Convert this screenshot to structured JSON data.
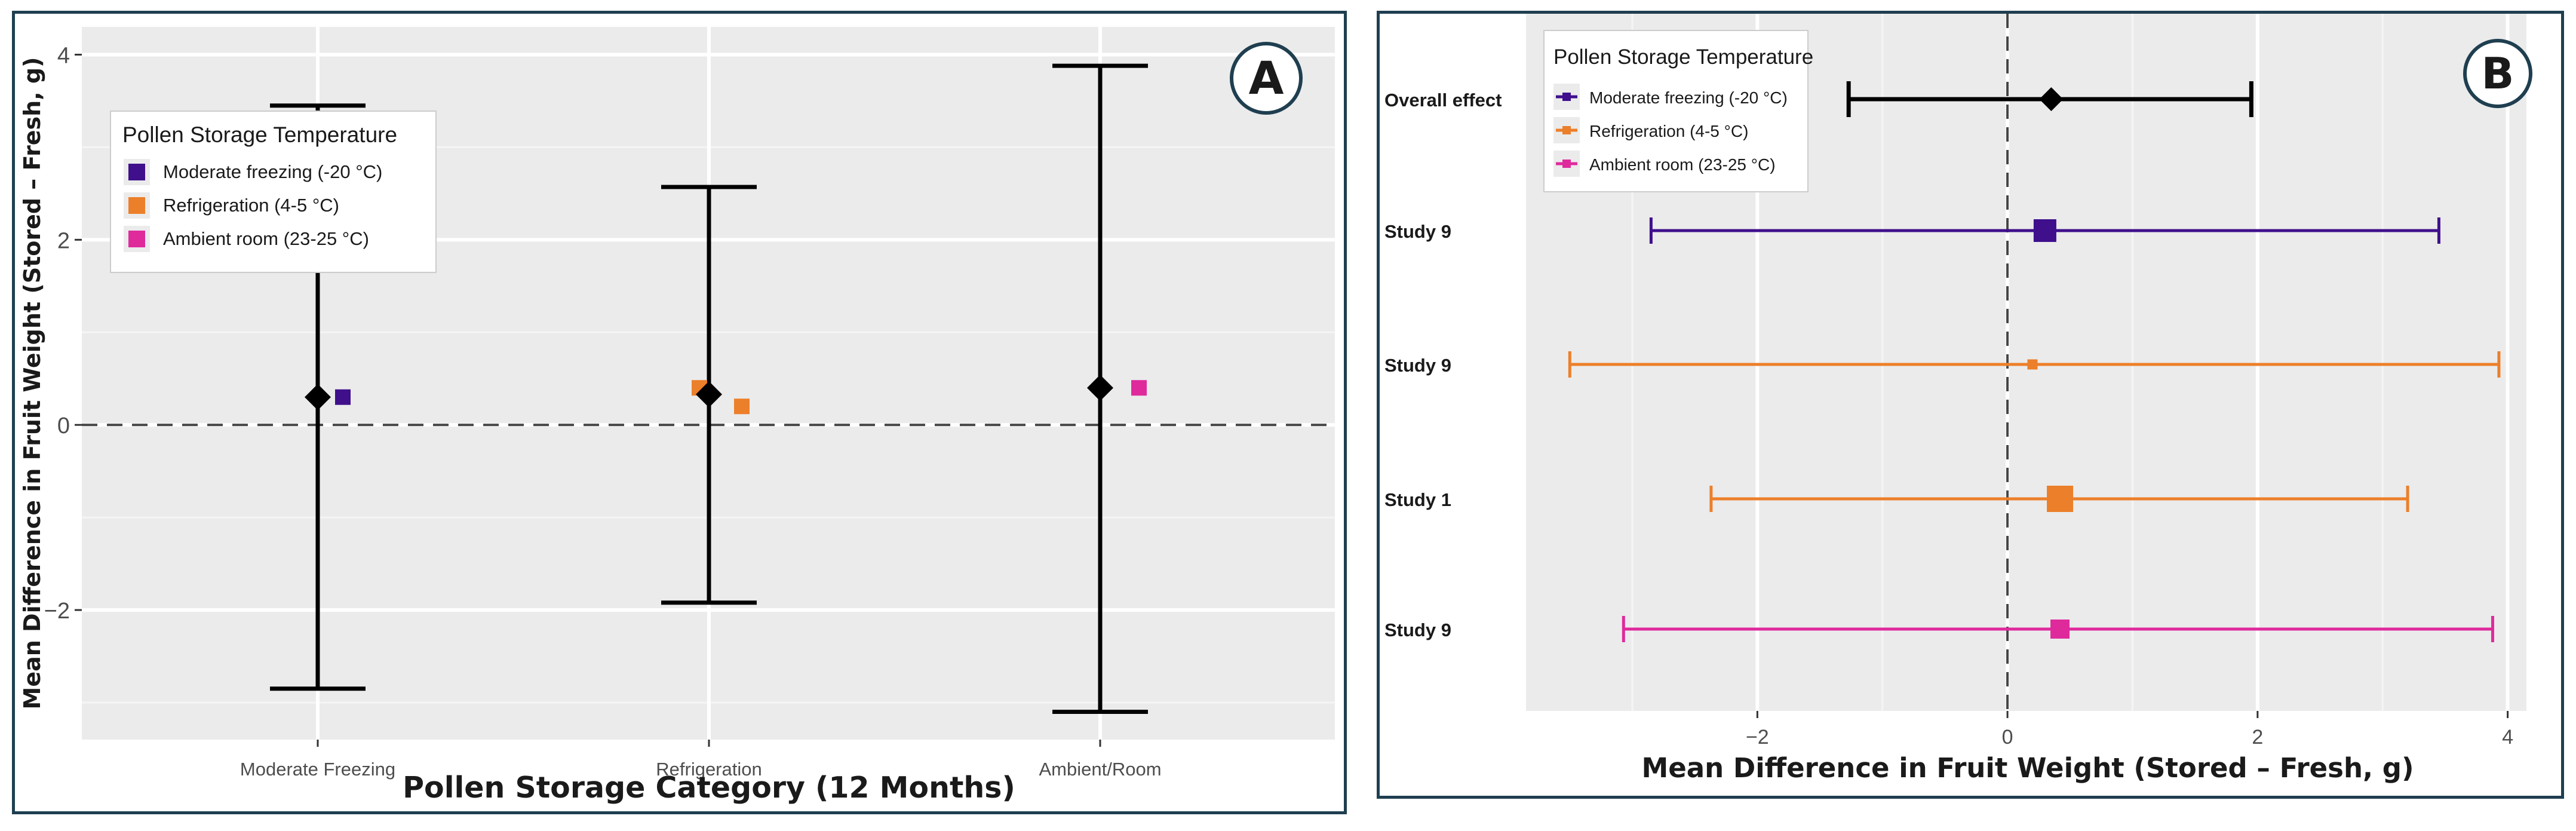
{
  "chart_data": [
    {
      "panel_label": "A",
      "type": "scatter",
      "x_categories": [
        "Moderate Freezing",
        "Refrigeration",
        "Ambient/Room"
      ],
      "xlabel": "Pollen Storage Category (12 Months)",
      "ylabel": "Mean Difference in Fruit Weight (Stored – Fresh, g)",
      "yticks": [
        "−2",
        "0",
        "2",
        "4"
      ],
      "yticks_values": [
        -2,
        0,
        2,
        4
      ],
      "ylim": [
        -3.4,
        4.3
      ],
      "grid": true,
      "reference_line": 0,
      "pooled": [
        {
          "category": "Moderate Freezing",
          "mean": 0.3,
          "lower": -2.85,
          "upper": 3.45
        },
        {
          "category": "Refrigeration",
          "mean": 0.33,
          "lower": -1.92,
          "upper": 2.57
        },
        {
          "category": "Ambient/Room",
          "mean": 0.4,
          "lower": -3.1,
          "upper": 3.88
        }
      ],
      "study_points": [
        {
          "category": "Moderate Freezing",
          "series": "Moderate freezing (-20 °C)",
          "value": 0.3
        },
        {
          "category": "Refrigeration",
          "series": "Refrigeration (4-5 °C)",
          "value": 0.4
        },
        {
          "category": "Refrigeration",
          "series": "Refrigeration (4-5 °C)",
          "value": 0.2
        },
        {
          "category": "Ambient/Room",
          "series": "Ambient room (23-25 °C)",
          "value": 0.4
        }
      ],
      "legend": {
        "title": "Pollen Storage Temperature",
        "placement": "top-left",
        "entries": [
          {
            "label": "Moderate freezing (-20 °C)",
            "color": "#3f0f8c"
          },
          {
            "label": "Refrigeration (4-5 °C)",
            "color": "#ec7f2a"
          },
          {
            "label": "Ambient room (23-25 °C)",
            "color": "#df2a9c"
          }
        ]
      }
    },
    {
      "panel_label": "B",
      "type": "scatter",
      "xlabel": "Mean Difference in Fruit Weight (Stored – Fresh, g)",
      "xticks": [
        "−2",
        "0",
        "2",
        "4"
      ],
      "xticks_values": [
        -2,
        0,
        2,
        4
      ],
      "xlim": [
        -3.85,
        4.15
      ],
      "grid": true,
      "reference_line": 0,
      "rows": [
        {
          "label": "Overall effect",
          "mean": 0.35,
          "lower": -1.27,
          "upper": 1.95,
          "color": "#000000",
          "marker": "diamond",
          "weight": 1
        },
        {
          "label": "Study 9",
          "mean": 0.3,
          "lower": -2.85,
          "upper": 3.45,
          "color": "#3f0f8c",
          "marker": "square",
          "weight": 1.0
        },
        {
          "label": "Study 9",
          "mean": 0.2,
          "lower": -3.5,
          "upper": 3.93,
          "color": "#ec7f2a",
          "marker": "square",
          "weight": 0.45
        },
        {
          "label": "Study 1",
          "mean": 0.42,
          "lower": -2.37,
          "upper": 3.2,
          "color": "#ec7f2a",
          "marker": "square",
          "weight": 1.15
        },
        {
          "label": "Study 9",
          "mean": 0.42,
          "lower": -3.07,
          "upper": 3.88,
          "color": "#df2a9c",
          "marker": "square",
          "weight": 0.85
        }
      ],
      "legend": {
        "title": "Pollen Storage Temperature",
        "placement": "top-left",
        "entries": [
          {
            "label": "Moderate freezing (-20 °C)",
            "color": "#3f0f8c"
          },
          {
            "label": "Refrigeration (4-5 °C)",
            "color": "#ec7f2a"
          },
          {
            "label": "Ambient room (23-25 °C)",
            "color": "#df2a9c"
          }
        ]
      }
    }
  ]
}
